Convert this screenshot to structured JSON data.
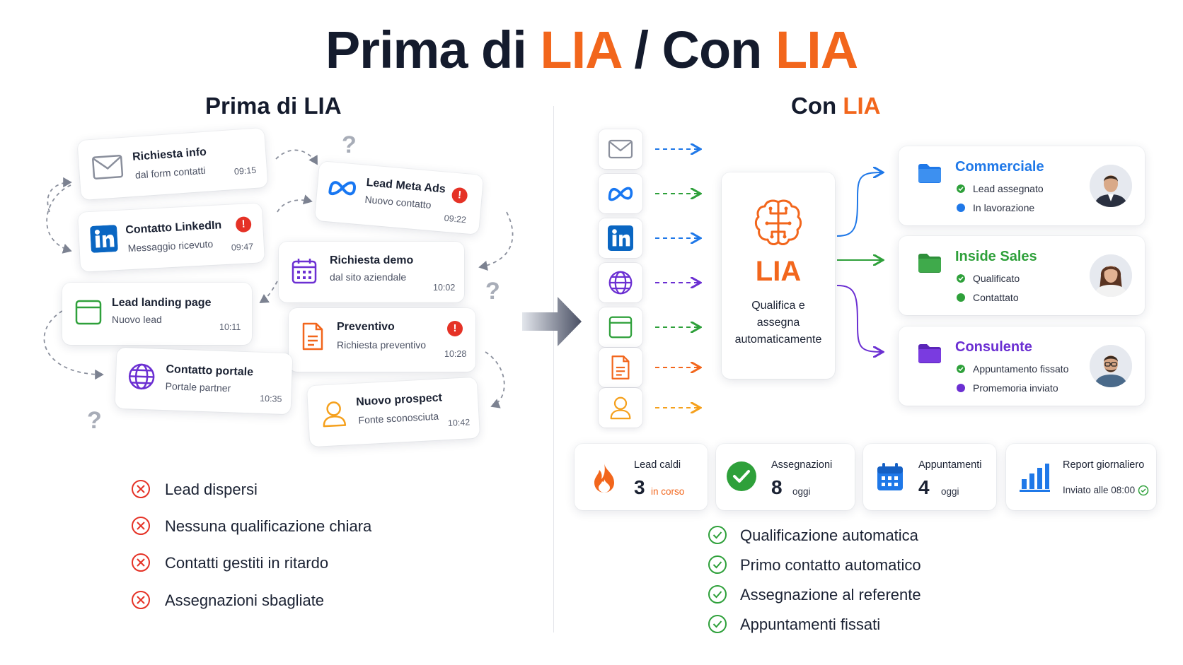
{
  "title": {
    "part1": "Prima di ",
    "lia1": "LIA",
    "sep": " / Con ",
    "lia2": "LIA"
  },
  "left": {
    "heading": "Prima di LIA",
    "cards": [
      {
        "title": "Richiesta info",
        "sub": "dal form contatti",
        "time": "09:15",
        "icon": "mail-icon"
      },
      {
        "title": "Lead Meta Ads",
        "sub": "Nuovo contatto",
        "time": "09:22",
        "icon": "meta-icon",
        "alert": "!"
      },
      {
        "title": "Contatto LinkedIn",
        "sub": "Messaggio ricevuto",
        "time": "09:47",
        "icon": "linkedin-icon",
        "alert": "!"
      },
      {
        "title": "Richiesta demo",
        "sub": "dal sito aziendale",
        "time": "10:02",
        "icon": "calendar-icon"
      },
      {
        "title": "Lead landing page",
        "sub": "Nuovo lead",
        "time": "10:11",
        "icon": "browser-icon"
      },
      {
        "title": "Preventivo",
        "sub": "Richiesta preventivo",
        "time": "10:28",
        "icon": "document-icon",
        "alert": "!"
      },
      {
        "title": "Contatto portale",
        "sub": "Portale partner",
        "time": "10:35",
        "icon": "globe-icon"
      },
      {
        "title": "Nuovo prospect",
        "sub": "Fonte sconosciuta",
        "time": "10:42",
        "icon": "user-icon"
      }
    ],
    "question": "?",
    "problems": [
      "Lead dispersi",
      "Nessuna qualificazione chiara",
      "Contatti gestiti in ritardo",
      "Assegnazioni sbagliate"
    ]
  },
  "right": {
    "heading_prefix": "Con ",
    "heading_lia": "LIA",
    "sources": [
      "mail-icon",
      "meta-icon",
      "linkedin-icon",
      "globe-icon",
      "browser-icon",
      "document-icon",
      "user-icon"
    ],
    "hub": {
      "name": "LIA",
      "desc_line1": "Qualifica e",
      "desc_line2": "assegna",
      "desc_line3": "automaticamente"
    },
    "teams": [
      {
        "name": "Commerciale",
        "color": "#1f78e8",
        "items": [
          {
            "text": "Lead assegnato",
            "status": "check"
          },
          {
            "text": "In lavorazione",
            "status": "dot"
          }
        ]
      },
      {
        "name": "Inside Sales",
        "color": "#2ea03a",
        "items": [
          {
            "text": "Qualificato",
            "status": "check"
          },
          {
            "text": "Contattato",
            "status": "dot"
          }
        ]
      },
      {
        "name": "Consulente",
        "color": "#6b2fd2",
        "items": [
          {
            "text": "Appuntamento fissato",
            "status": "check"
          },
          {
            "text": "Promemoria inviato",
            "status": "dot"
          }
        ]
      }
    ],
    "stats": [
      {
        "label": "Lead caldi",
        "value": "3",
        "sub": "in corso",
        "icon": "flame-icon"
      },
      {
        "label": "Assegnazioni",
        "value": "8",
        "sub": "oggi",
        "icon": "check-badge-icon"
      },
      {
        "label": "Appuntamenti",
        "value": "4",
        "sub": "oggi",
        "icon": "calendar-icon"
      },
      {
        "label": "Report giornaliero",
        "value": "",
        "sub": "Inviato alle 08:00",
        "icon": "bar-chart-icon"
      }
    ],
    "benefits": [
      "Qualificazione automatica",
      "Primo contatto automatico",
      "Assegnazione al referente",
      "Appuntamenti fissati"
    ]
  },
  "colors": {
    "accent": "#f2661c",
    "dark": "#141b2d",
    "alert": "#e53226",
    "success": "#2ea03a"
  }
}
